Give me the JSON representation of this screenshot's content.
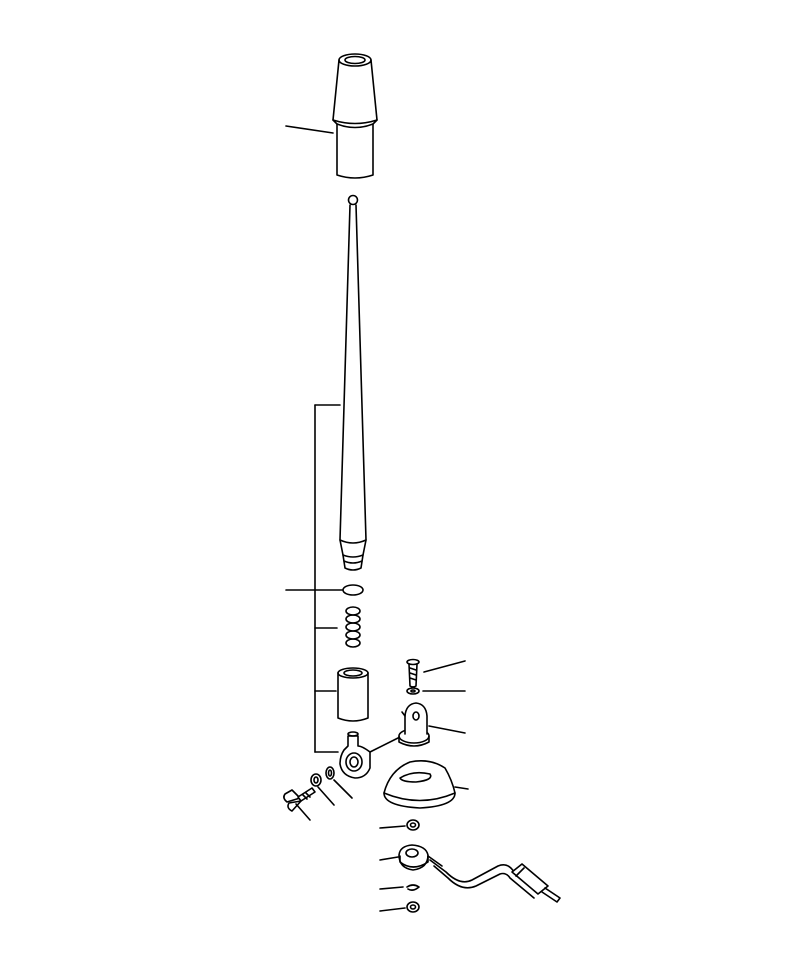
{
  "diagram": {
    "kind": "exploded-parts-view",
    "line_color": "#000000",
    "fill_color": "#ffffff",
    "parts": [
      {
        "id": "cap"
      },
      {
        "id": "antenna-rod"
      },
      {
        "id": "o-ring"
      },
      {
        "id": "spring"
      },
      {
        "id": "sleeve"
      },
      {
        "id": "swivel-base"
      },
      {
        "id": "wing-bolt"
      },
      {
        "id": "nut"
      },
      {
        "id": "washer"
      },
      {
        "id": "screw"
      },
      {
        "id": "small-washer"
      },
      {
        "id": "bracket"
      },
      {
        "id": "mount-dome"
      },
      {
        "id": "lock-nut"
      },
      {
        "id": "cable-terminal"
      },
      {
        "id": "lock-washer"
      },
      {
        "id": "bottom-nut"
      },
      {
        "id": "coax-cable"
      }
    ]
  }
}
